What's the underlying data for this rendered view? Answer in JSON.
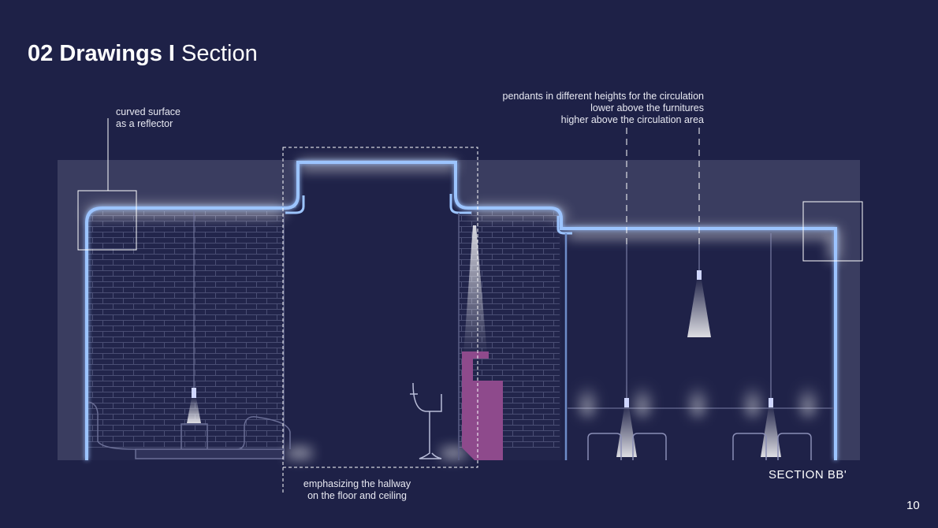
{
  "slide": {
    "title_bold": "02 Drawings I",
    "title_light": "Section",
    "section_label": "SECTION BB'",
    "page_number": "10"
  },
  "annotations": {
    "reflector": [
      "curved surface",
      "as a reflector"
    ],
    "pendants": [
      "pendants in different heights for the circulation",
      "lower above the furnitures",
      "higher above the circulation area"
    ],
    "hallway": [
      "emphasizing the hallway",
      "on the floor and ceiling"
    ]
  },
  "colors": {
    "background": "#1e2147",
    "section_fill": "#3a3d60",
    "light_line": "#9cc4ff",
    "accent_counter": "#8e4a8c",
    "annotation_line": "#ffffff"
  }
}
